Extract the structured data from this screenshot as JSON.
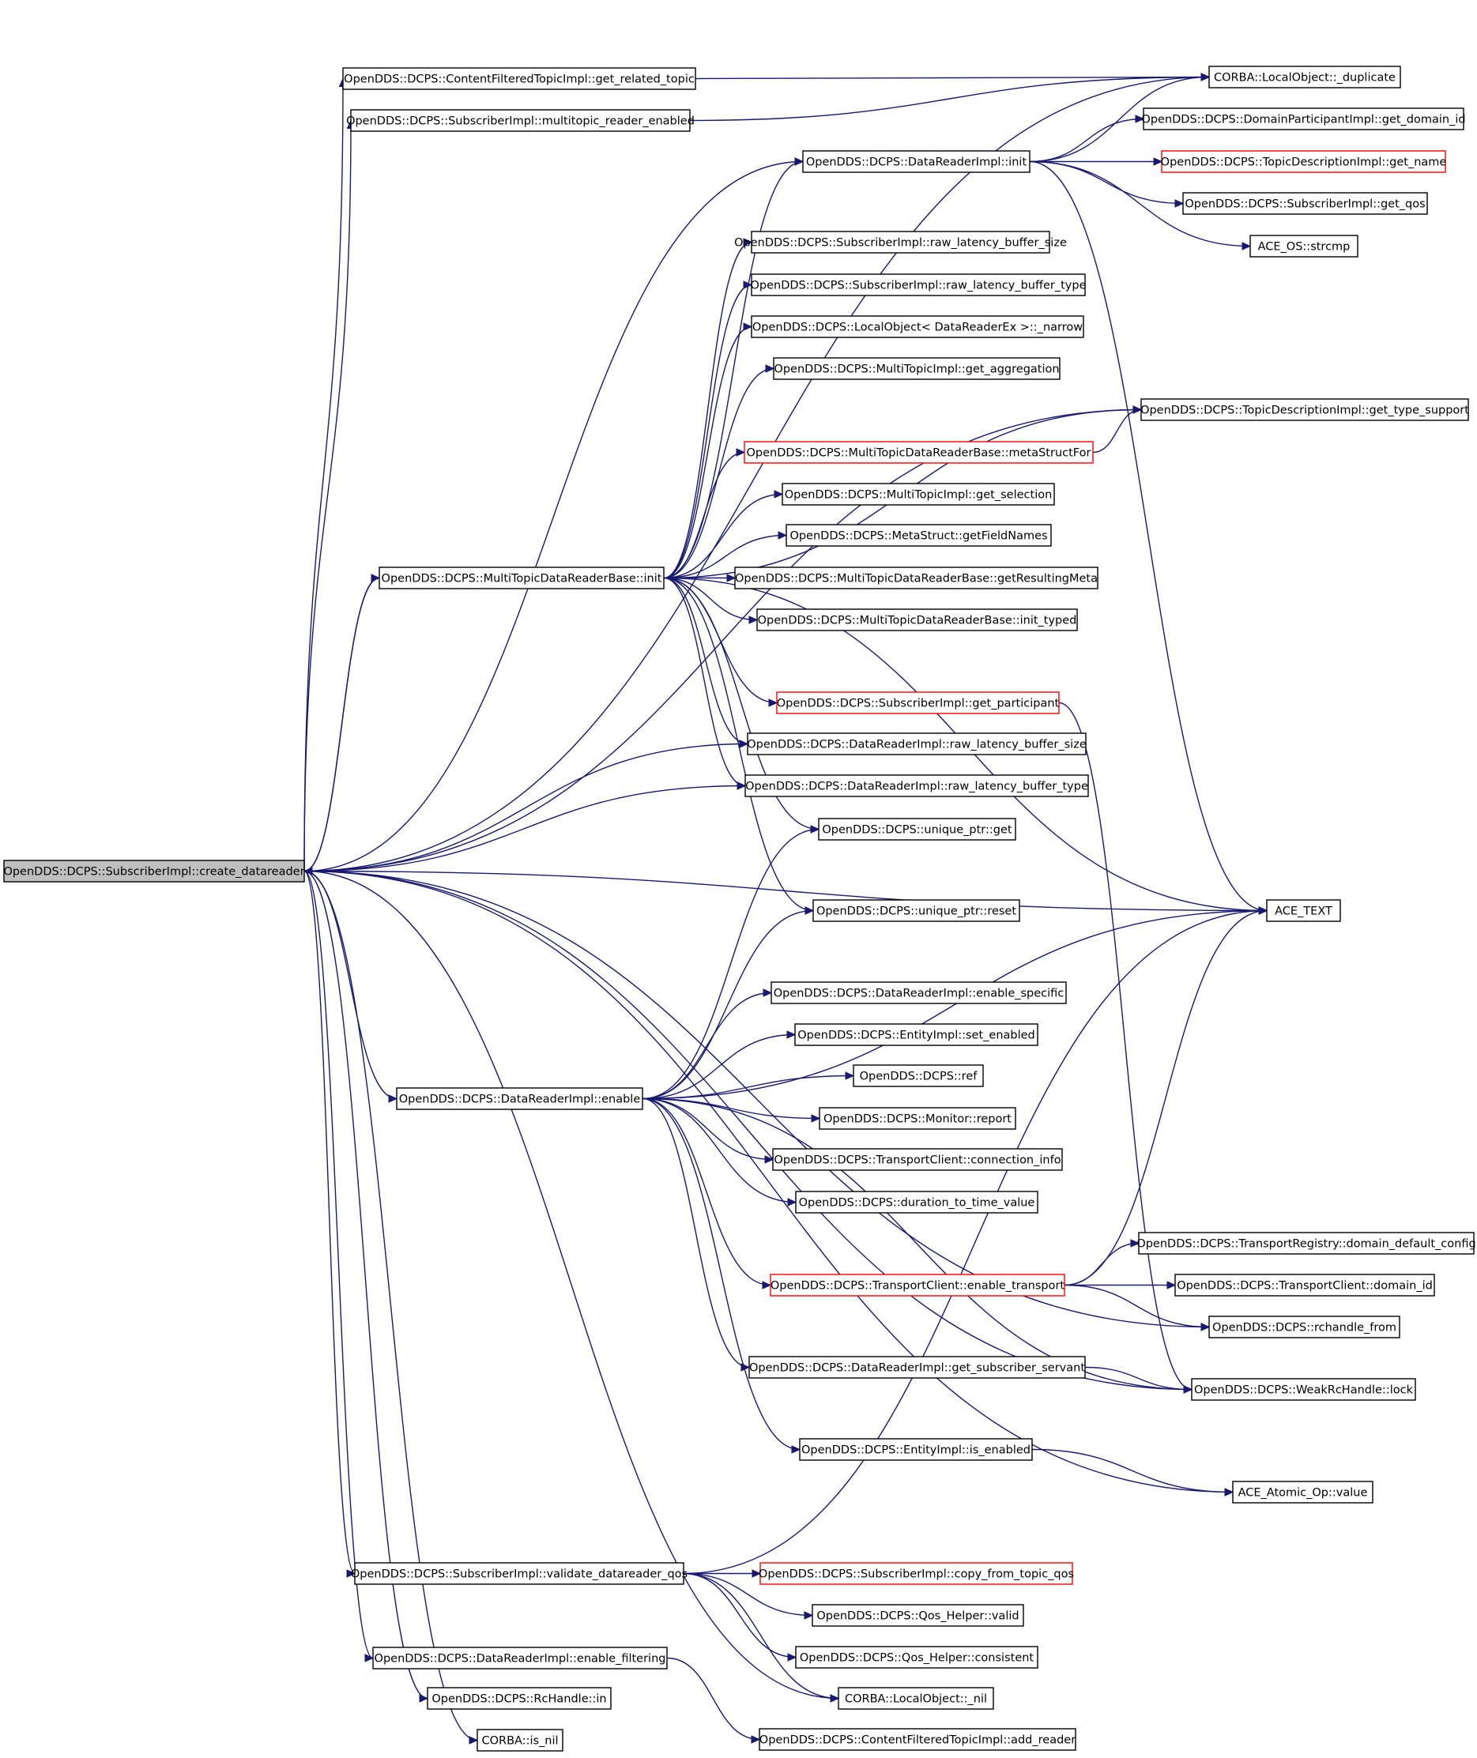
{
  "colors": {
    "edge": "#191970",
    "truncated_border": "#ff0000",
    "root_fill": "#bfbfbf"
  },
  "nodes": [
    {
      "id": "root",
      "label": "OpenDDS::DCPS::SubscriberImpl::create_datareader",
      "style": "root"
    },
    {
      "id": "cft_grt",
      "label": "OpenDDS::DCPS::ContentFilteredTopicImpl::get_related_topic"
    },
    {
      "id": "sub_mre",
      "label": "OpenDDS::DCPS::SubscriberImpl::multitopic_reader_enabled"
    },
    {
      "id": "corba_dup",
      "label": "CORBA::LocalObject::_duplicate"
    },
    {
      "id": "dr_init",
      "label": "OpenDDS::DCPS::DataReaderImpl::init"
    },
    {
      "id": "dp_gdi",
      "label": "OpenDDS::DCPS::DomainParticipantImpl::get_domain_id"
    },
    {
      "id": "td_gn",
      "label": "OpenDDS::DCPS::TopicDescriptionImpl::get_name",
      "style": "truncated"
    },
    {
      "id": "sub_gq",
      "label": "OpenDDS::DCPS::SubscriberImpl::get_qos"
    },
    {
      "id": "ace_strcmp",
      "label": "ACE_OS::strcmp"
    },
    {
      "id": "sub_rlbs",
      "label": "OpenDDS::DCPS::SubscriberImpl::raw_latency_buffer_size"
    },
    {
      "id": "sub_rlbt",
      "label": "OpenDDS::DCPS::SubscriberImpl::raw_latency_buffer_type"
    },
    {
      "id": "lo_narrow",
      "label": "OpenDDS::DCPS::LocalObject< DataReaderEx >::_narrow"
    },
    {
      "id": "mt_gagg",
      "label": "OpenDDS::DCPS::MultiTopicImpl::get_aggregation"
    },
    {
      "id": "td_gts",
      "label": "OpenDDS::DCPS::TopicDescriptionImpl::get_type_support"
    },
    {
      "id": "mtdr_msf",
      "label": "OpenDDS::DCPS::MultiTopicDataReaderBase::metaStructFor",
      "style": "truncated"
    },
    {
      "id": "mt_gsel",
      "label": "OpenDDS::DCPS::MultiTopicImpl::get_selection"
    },
    {
      "id": "ms_gfn",
      "label": "OpenDDS::DCPS::MetaStruct::getFieldNames"
    },
    {
      "id": "mtdr_init",
      "label": "OpenDDS::DCPS::MultiTopicDataReaderBase::init"
    },
    {
      "id": "mtdr_grm",
      "label": "OpenDDS::DCPS::MultiTopicDataReaderBase::getResultingMeta"
    },
    {
      "id": "mtdr_it",
      "label": "OpenDDS::DCPS::MultiTopicDataReaderBase::init_typed"
    },
    {
      "id": "sub_gp",
      "label": "OpenDDS::DCPS::SubscriberImpl::get_participant",
      "style": "truncated"
    },
    {
      "id": "dr_rlbs",
      "label": "OpenDDS::DCPS::DataReaderImpl::raw_latency_buffer_size"
    },
    {
      "id": "dr_rlbt",
      "label": "OpenDDS::DCPS::DataReaderImpl::raw_latency_buffer_type"
    },
    {
      "id": "up_get",
      "label": "OpenDDS::DCPS::unique_ptr::get"
    },
    {
      "id": "ace_text",
      "label": "ACE_TEXT"
    },
    {
      "id": "up_reset",
      "label": "OpenDDS::DCPS::unique_ptr::reset"
    },
    {
      "id": "dr_es",
      "label": "OpenDDS::DCPS::DataReaderImpl::enable_specific"
    },
    {
      "id": "ent_se",
      "label": "OpenDDS::DCPS::EntityImpl::set_enabled"
    },
    {
      "id": "dcps_ref",
      "label": "OpenDDS::DCPS::ref"
    },
    {
      "id": "dr_enable",
      "label": "OpenDDS::DCPS::DataReaderImpl::enable"
    },
    {
      "id": "mon_rep",
      "label": "OpenDDS::DCPS::Monitor::report"
    },
    {
      "id": "tc_ci",
      "label": "OpenDDS::DCPS::TransportClient::connection_info"
    },
    {
      "id": "dur_ttv",
      "label": "OpenDDS::DCPS::duration_to_time_value"
    },
    {
      "id": "tr_ddc",
      "label": "OpenDDS::DCPS::TransportRegistry::domain_default_config"
    },
    {
      "id": "tc_et",
      "label": "OpenDDS::DCPS::TransportClient::enable_transport",
      "style": "truncated"
    },
    {
      "id": "tc_di",
      "label": "OpenDDS::DCPS::TransportClient::domain_id"
    },
    {
      "id": "rch_from",
      "label": "OpenDDS::DCPS::rchandle_from"
    },
    {
      "id": "dr_gss",
      "label": "OpenDDS::DCPS::DataReaderImpl::get_subscriber_servant"
    },
    {
      "id": "wrh_lock",
      "label": "OpenDDS::DCPS::WeakRcHandle::lock"
    },
    {
      "id": "ent_ie",
      "label": "OpenDDS::DCPS::EntityImpl::is_enabled"
    },
    {
      "id": "ace_aov",
      "label": "ACE_Atomic_Op::value"
    },
    {
      "id": "sub_vdq",
      "label": "OpenDDS::DCPS::SubscriberImpl::validate_datareader_qos"
    },
    {
      "id": "sub_cftq",
      "label": "OpenDDS::DCPS::SubscriberImpl::copy_from_topic_qos",
      "style": "truncated"
    },
    {
      "id": "qos_valid",
      "label": "OpenDDS::DCPS::Qos_Helper::valid"
    },
    {
      "id": "qos_cons",
      "label": "OpenDDS::DCPS::Qos_Helper::consistent"
    },
    {
      "id": "dr_ef",
      "label": "OpenDDS::DCPS::DataReaderImpl::enable_filtering"
    },
    {
      "id": "corba_lnil",
      "label": "CORBA::LocalObject::_nil"
    },
    {
      "id": "rch_in",
      "label": "OpenDDS::DCPS::RcHandle::in"
    },
    {
      "id": "cft_ar",
      "label": "OpenDDS::DCPS::ContentFilteredTopicImpl::add_reader"
    },
    {
      "id": "corba_isnil",
      "label": "CORBA::is_nil"
    }
  ],
  "edges": [
    [
      "root",
      "corba_dup"
    ],
    [
      "root",
      "cft_grt"
    ],
    [
      "root",
      "sub_mre"
    ],
    [
      "root",
      "dr_init"
    ],
    [
      "root",
      "td_gts"
    ],
    [
      "root",
      "mtdr_init"
    ],
    [
      "root",
      "dr_rlbs"
    ],
    [
      "root",
      "dr_rlbt"
    ],
    [
      "root",
      "ace_text"
    ],
    [
      "root",
      "dr_enable"
    ],
    [
      "root",
      "rch_from"
    ],
    [
      "root",
      "wrh_lock"
    ],
    [
      "root",
      "ace_aov"
    ],
    [
      "root",
      "sub_vdq"
    ],
    [
      "root",
      "dr_ef"
    ],
    [
      "root",
      "corba_lnil"
    ],
    [
      "root",
      "rch_in"
    ],
    [
      "root",
      "corba_isnil"
    ],
    [
      "cft_grt",
      "corba_dup"
    ],
    [
      "sub_mre",
      "corba_dup"
    ],
    [
      "dr_init",
      "corba_dup"
    ],
    [
      "dr_init",
      "dp_gdi"
    ],
    [
      "dr_init",
      "td_gn"
    ],
    [
      "dr_init",
      "sub_gq"
    ],
    [
      "dr_init",
      "ace_strcmp"
    ],
    [
      "dr_init",
      "ace_text"
    ],
    [
      "mtdr_init",
      "root"
    ],
    [
      "mtdr_init",
      "dr_init"
    ],
    [
      "mtdr_init",
      "sub_rlbs"
    ],
    [
      "mtdr_init",
      "sub_rlbt"
    ],
    [
      "mtdr_init",
      "lo_narrow"
    ],
    [
      "mtdr_init",
      "mt_gagg"
    ],
    [
      "mtdr_init",
      "td_gts"
    ],
    [
      "mtdr_init",
      "mtdr_msf"
    ],
    [
      "mtdr_init",
      "mt_gsel"
    ],
    [
      "mtdr_init",
      "ms_gfn"
    ],
    [
      "mtdr_init",
      "mtdr_grm"
    ],
    [
      "mtdr_init",
      "mtdr_it"
    ],
    [
      "mtdr_init",
      "ace_text"
    ],
    [
      "mtdr_init",
      "sub_gp"
    ],
    [
      "mtdr_init",
      "dr_rlbs"
    ],
    [
      "mtdr_init",
      "dr_rlbt"
    ],
    [
      "mtdr_init",
      "up_get"
    ],
    [
      "mtdr_init",
      "up_reset"
    ],
    [
      "mtdr_msf",
      "td_gts"
    ],
    [
      "sub_gp",
      "wrh_lock"
    ],
    [
      "dr_enable",
      "up_get"
    ],
    [
      "dr_enable",
      "up_reset"
    ],
    [
      "dr_enable",
      "ace_text"
    ],
    [
      "dr_enable",
      "dr_es"
    ],
    [
      "dr_enable",
      "ent_se"
    ],
    [
      "dr_enable",
      "dcps_ref"
    ],
    [
      "dr_enable",
      "mon_rep"
    ],
    [
      "dr_enable",
      "tc_ci"
    ],
    [
      "dr_enable",
      "dur_ttv"
    ],
    [
      "dr_enable",
      "tc_et"
    ],
    [
      "dr_enable",
      "dr_gss"
    ],
    [
      "dr_enable",
      "wrh_lock"
    ],
    [
      "dr_enable",
      "ent_ie"
    ],
    [
      "tc_et",
      "ace_text"
    ],
    [
      "tc_et",
      "tr_ddc"
    ],
    [
      "tc_et",
      "tc_di"
    ],
    [
      "tc_et",
      "rch_from"
    ],
    [
      "dr_gss",
      "wrh_lock"
    ],
    [
      "ent_ie",
      "ace_aov"
    ],
    [
      "sub_vdq",
      "ace_text"
    ],
    [
      "sub_vdq",
      "sub_cftq"
    ],
    [
      "sub_vdq",
      "qos_valid"
    ],
    [
      "sub_vdq",
      "qos_cons"
    ],
    [
      "sub_vdq",
      "corba_lnil"
    ],
    [
      "dr_ef",
      "cft_ar"
    ]
  ]
}
